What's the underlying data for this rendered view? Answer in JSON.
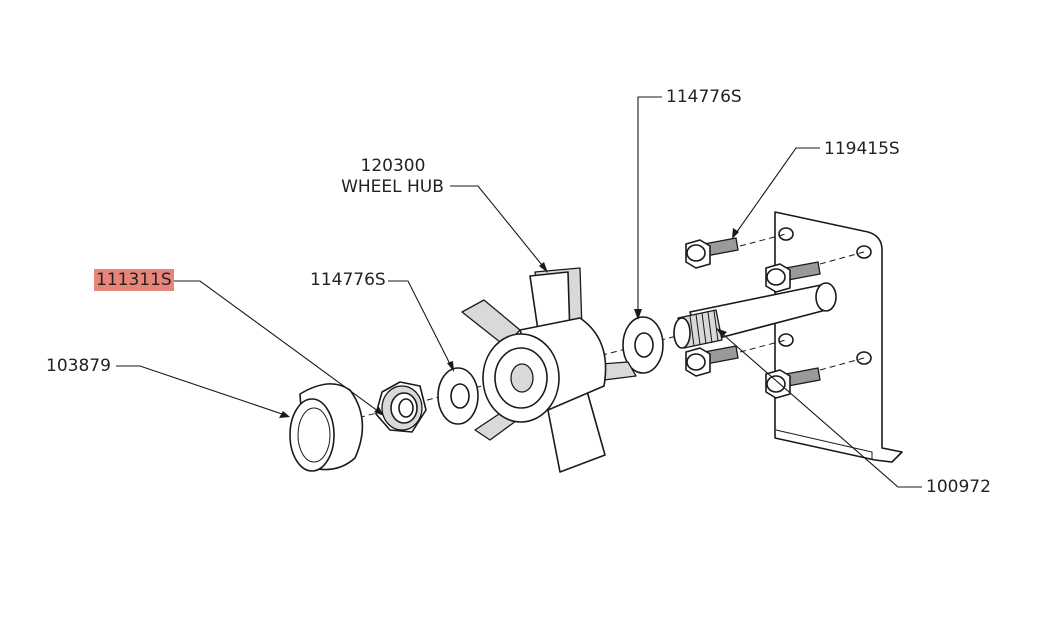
{
  "labels": {
    "hubcap": "103879",
    "locknut": "111311S",
    "washer_front": "114776S",
    "hub_number": "120300",
    "hub_name": "WHEEL HUB",
    "washer_rear": "114776S",
    "bolt": "119415S",
    "axle": "100972"
  },
  "highlight_color": "#e8857b"
}
